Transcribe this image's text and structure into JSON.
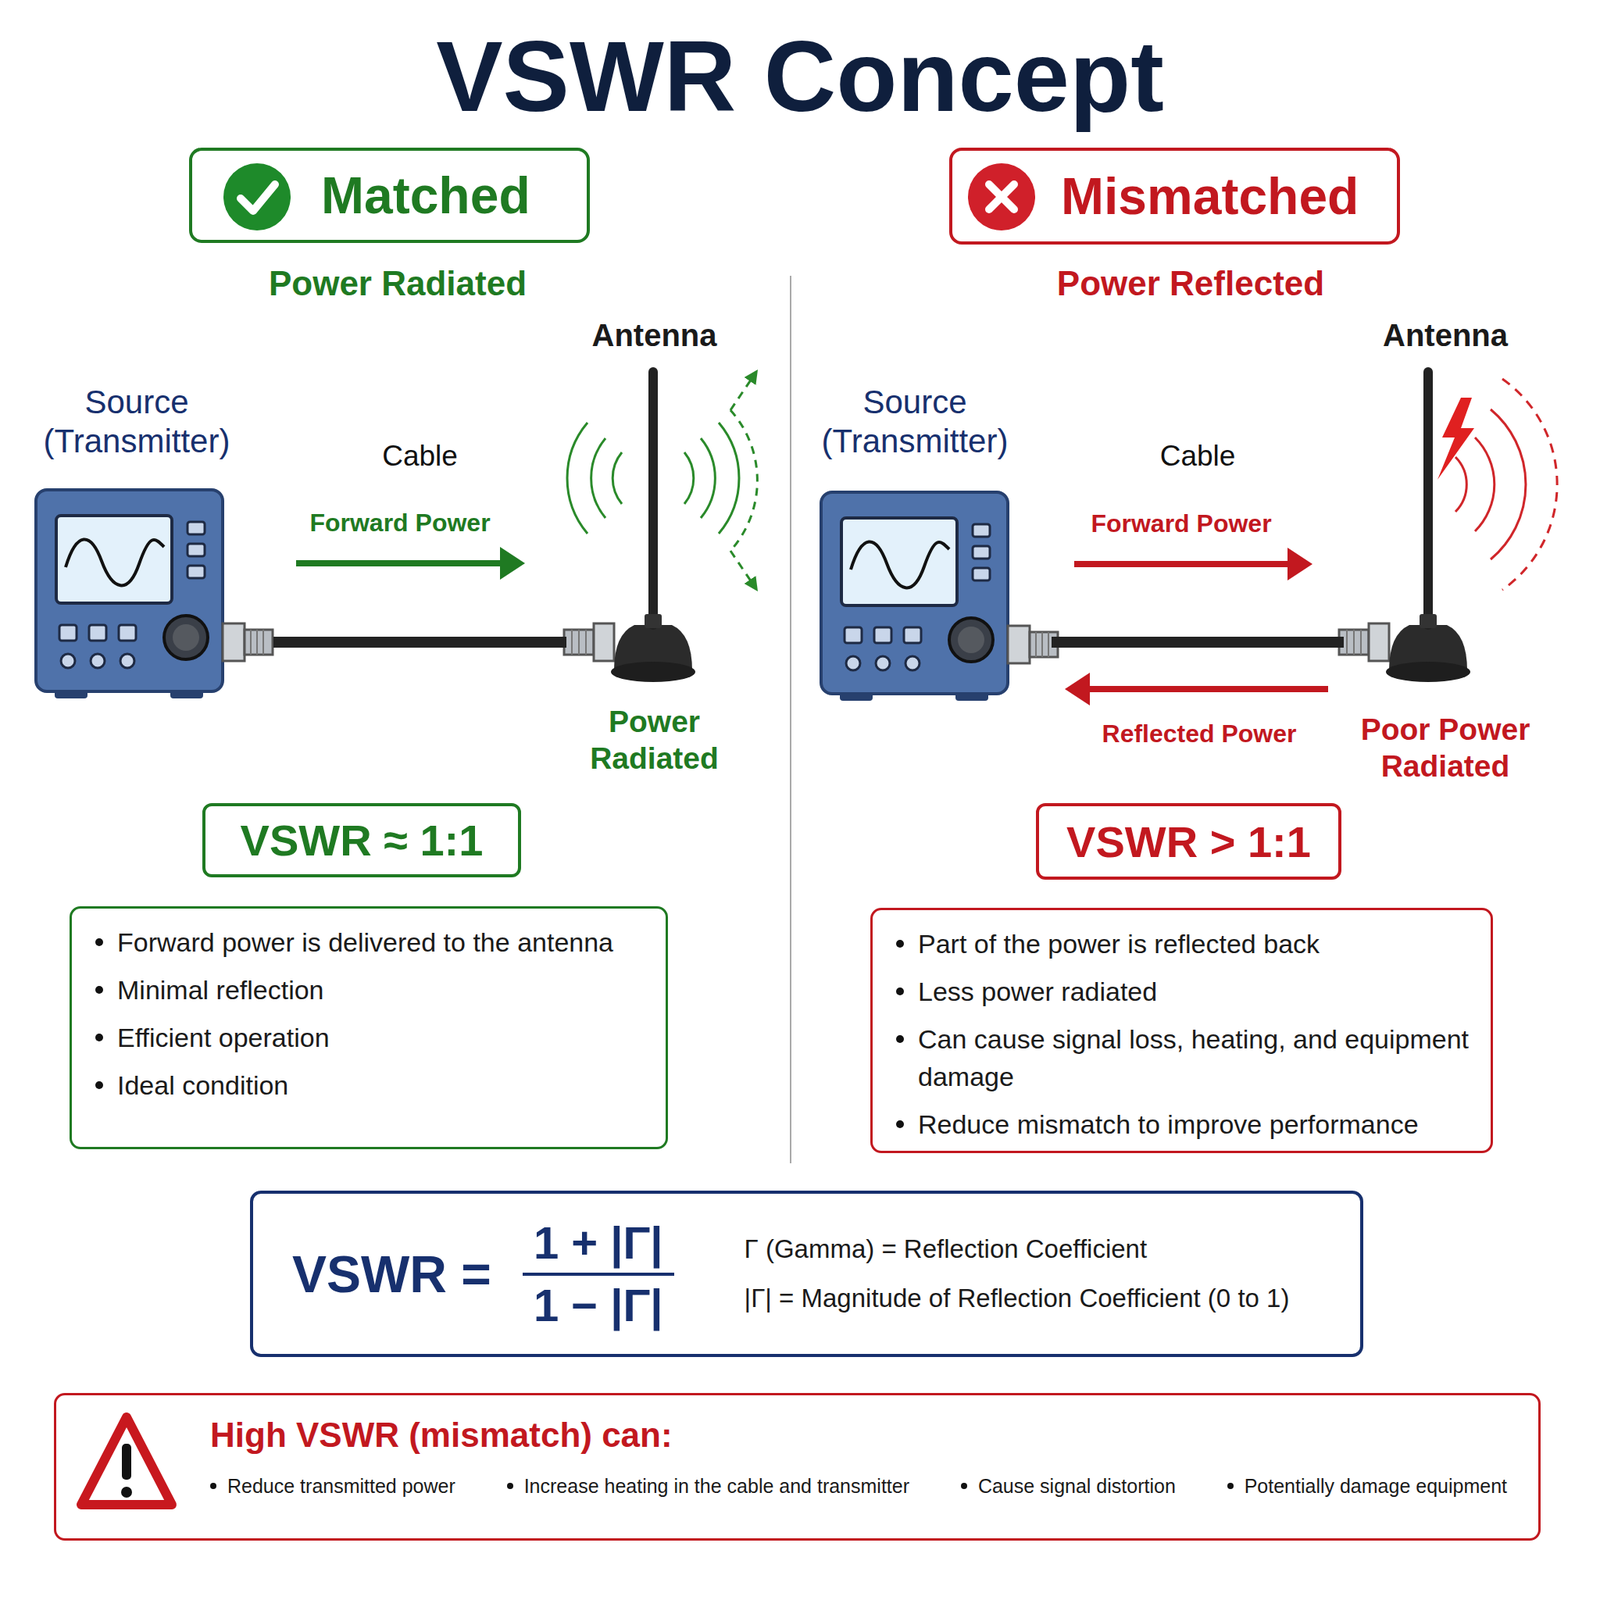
{
  "diagram": {
    "title": "VSWR Concept",
    "nodes": [
      {
        "text": [
          "Matched"
        ]
      },
      {
        "text": [
          "Source (Transmitter)"
        ]
      },
      {
        "text": [
          "Antenna",
          "Power Radiated"
        ]
      },
      {
        "text": [
          "VSWR ≈ 1:1"
        ]
      },
      {
        "text": [
          "Forward power is delivered to the antenna",
          "Minimal reflection",
          "Efficient operation",
          "Ideal condition"
        ]
      },
      {
        "text": [
          "Mismatched"
        ]
      },
      {
        "text": [
          "Source (Transmitter)"
        ]
      },
      {
        "text": [
          "Antenna",
          "Poor Power Radiated"
        ]
      },
      {
        "text": [
          "VSWR > 1:1"
        ]
      },
      {
        "text": [
          "Part of the power is reflected back",
          "Less power radiated",
          "Can cause signal loss, heating, and equipment damage",
          "Reduce mismatch to improve performance"
        ]
      },
      {
        "text": [
          "VSWR =",
          "1 + |Γ|",
          "1 − |Γ|",
          "Γ (Gamma) = Reflection Coefficient",
          "|Γ| = Magnitude of Reflection Coefficient (0 to 1)"
        ]
      },
      {
        "text": [
          "High VSWR (mismatch) can:",
          "Reduce transmitted power",
          "Increase heating in the cable and transmitter",
          "Cause signal distortion",
          "Potentially damage equipment"
        ]
      }
    ],
    "edges": [
      {
        "from": 1,
        "to": 2,
        "arrow": "none",
        "label": "Cable"
      },
      {
        "from": 6,
        "to": 7,
        "arrow": "none",
        "label": "Cable"
      }
    ],
    "labels": [
      "Power Radiated",
      "Power Reflected",
      "Forward Power",
      "Forward Power",
      "Reflected Power"
    ]
  }
}
